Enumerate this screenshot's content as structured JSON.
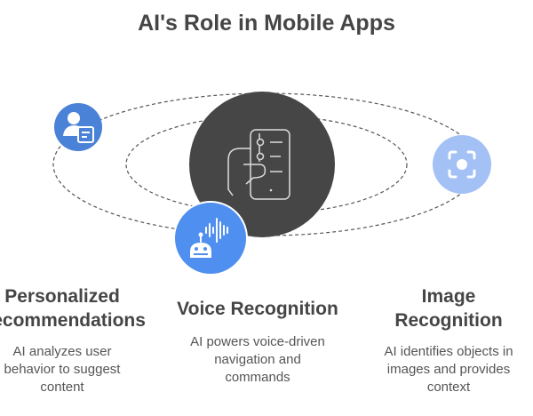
{
  "title": "AI's Role in Mobile Apps",
  "colors": {
    "dark": "#464646",
    "blue": "#4f8fef",
    "mid_blue": "#4a82d8",
    "light_blue": "#a3c1f5"
  },
  "items": [
    {
      "title_lines": [
        "Personalized",
        "Recommendations"
      ],
      "desc": "AI analyzes user behavior to suggest content",
      "icon": "user-document-icon"
    },
    {
      "title_lines": [
        "Voice Recognition"
      ],
      "desc": "AI powers voice-driven navigation and commands",
      "icon": "robot-voice-icon"
    },
    {
      "title_lines": [
        "Image",
        "Recognition"
      ],
      "desc": "AI identifies objects in images and provides context",
      "icon": "image-scan-icon"
    }
  ],
  "center_icon": "hand-phone-icon"
}
